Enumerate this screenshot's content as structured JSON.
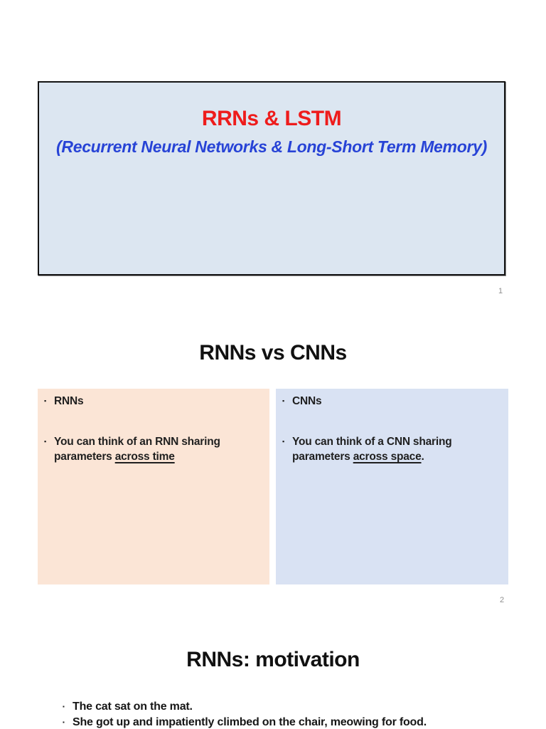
{
  "document": {
    "background": "#ffffff"
  },
  "bullet_glyph": "▪",
  "colors": {
    "slide1_fill": "#dce6f1",
    "slide1_border": "#141414",
    "title_red": "#ee1c1c",
    "subtitle_blue": "#2743d6",
    "rnn_box_fill": "#fbe5d6",
    "cnn_box_fill": "#d9e2f3",
    "body_text": "#1f1f1f",
    "page_number_gray": "#8f8f8f"
  },
  "slides": [
    {
      "title": "RRNs & LSTM",
      "subtitle": "(Recurrent Neural Networks & Long-Short Term Memory)",
      "page_number": "1"
    },
    {
      "title": "RNNs vs CNNs",
      "page_number": "2",
      "left_box": {
        "heading": "RNNs",
        "point": {
          "line1": "You can think of an RNN sharing",
          "line2_pre": "parameters ",
          "line2_underlined": "across time",
          "line2_suffix": ""
        }
      },
      "right_box": {
        "heading": "CNNs",
        "point": {
          "line1": "You can think of a CNN sharing",
          "line2_pre": "parameters ",
          "line2_underlined": "across space",
          "line2_suffix": "."
        }
      }
    },
    {
      "title": "RNNs: motivation",
      "bullets": [
        "The cat sat on the mat.",
        "She got up and impatiently climbed on the chair, meowing for food."
      ]
    }
  ]
}
